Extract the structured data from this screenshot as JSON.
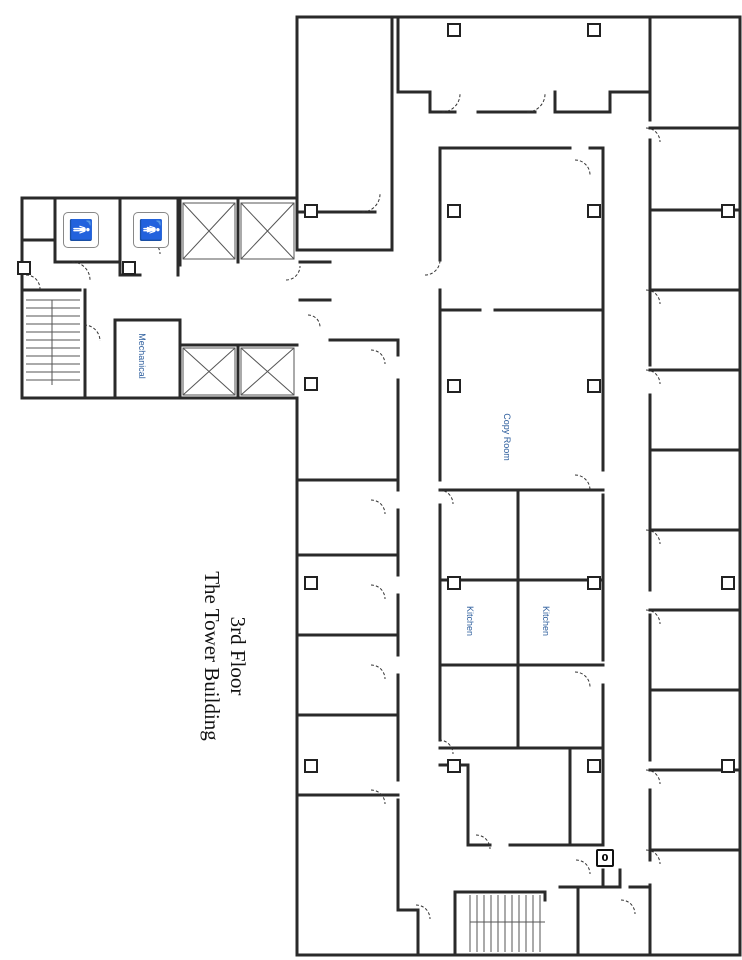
{
  "title": {
    "line1": "3rd Floor",
    "line2": "The Tower Building"
  },
  "rooms": {
    "mechanical": "Mechanical",
    "copy_room": "Copy Room",
    "kitchen_left": "Kitchen",
    "kitchen_right": "Kitchen"
  },
  "icons": {
    "mens_restroom": "man-restroom-icon",
    "womens_restroom": "woman-restroom-icon",
    "exit": "exit-sign-icon"
  },
  "exit_label": "0",
  "colors": {
    "walls": "#2a2a2a",
    "room_labels": "#2b5c9c"
  }
}
